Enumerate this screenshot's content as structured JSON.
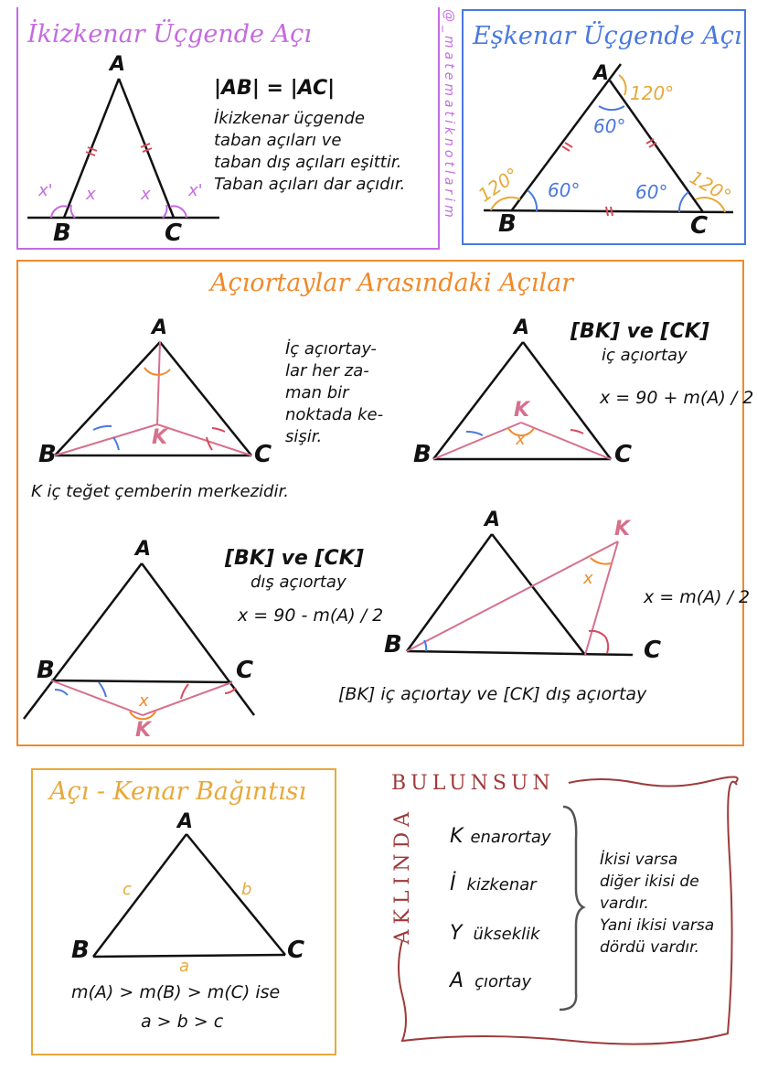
{
  "watermark": "@_matematiknotlarim",
  "isosceles": {
    "title": "İkizkenar Üçgende Açı",
    "vertices": {
      "a": "A",
      "b": "B",
      "c": "C"
    },
    "equation": "|AB| = |AC|",
    "description_lines": [
      "İkizkenar üçgende",
      "taban açıları ve",
      "taban dış açıları eşittir.",
      "Taban açıları dar açıdır."
    ],
    "angle_labels": {
      "inner": "x",
      "outer": "x'"
    }
  },
  "equilateral": {
    "title": "Eşkenar Üçgende Açı",
    "vertices": {
      "a": "A",
      "b": "B",
      "c": "C"
    },
    "inner_angle": "60°",
    "outer_angle": "120°"
  },
  "bisectors": {
    "title": "Açıortaylar Arasındaki Açılar",
    "vertex_a": "A",
    "vertex_b": "B",
    "vertex_c": "C",
    "vertex_k": "K",
    "x_label": "x",
    "intersect_note_lines": [
      "İç açıortay-",
      "lar her za-",
      "man bir",
      "noktada ke-",
      "sişir."
    ],
    "incenter_note": "K iç teğet çemberin merkezidir.",
    "inner": {
      "heading": "[BK] ve [CK]",
      "sub": "iç açıortay",
      "formula": "x = 90 + m(A) / 2"
    },
    "outer": {
      "heading": "[BK] ve [CK]",
      "sub": "dış açıortay",
      "formula": "x = 90 - m(A) / 2"
    },
    "mixed": {
      "formula": "x = m(A) / 2",
      "caption": "[BK] iç açıortay ve [CK] dış açıortay"
    }
  },
  "angle_side": {
    "title": "Açı - Kenar Bağıntısı",
    "vertices": {
      "a": "A",
      "b": "B",
      "c": "C"
    },
    "sides": {
      "a": "a",
      "b": "b",
      "c": "c"
    },
    "rule_line1": "m(A) > m(B) > m(C) ise",
    "rule_line2": "a > b > c"
  },
  "mnemonic": {
    "header": "BULUNSUN",
    "vertical": "AKLINDA",
    "items": [
      {
        "letter": "K",
        "rest": "enarortay"
      },
      {
        "letter": "İ",
        "rest": "kizkenar"
      },
      {
        "letter": "Y",
        "rest": "ükseklik"
      },
      {
        "letter": "A",
        "rest": "çıortay"
      }
    ],
    "note_lines": [
      "İkisi varsa",
      "diğer ikisi de",
      "vardır.",
      "Yani ikisi varsa",
      "dördü vardır."
    ]
  },
  "colors": {
    "purple": "#c46be0",
    "blue": "#4a78e0",
    "orange": "#f08a2a",
    "gold": "#e8a93a",
    "red": "#d84a5a",
    "pink": "#d6708c",
    "maroon": "#9e3a3a"
  }
}
